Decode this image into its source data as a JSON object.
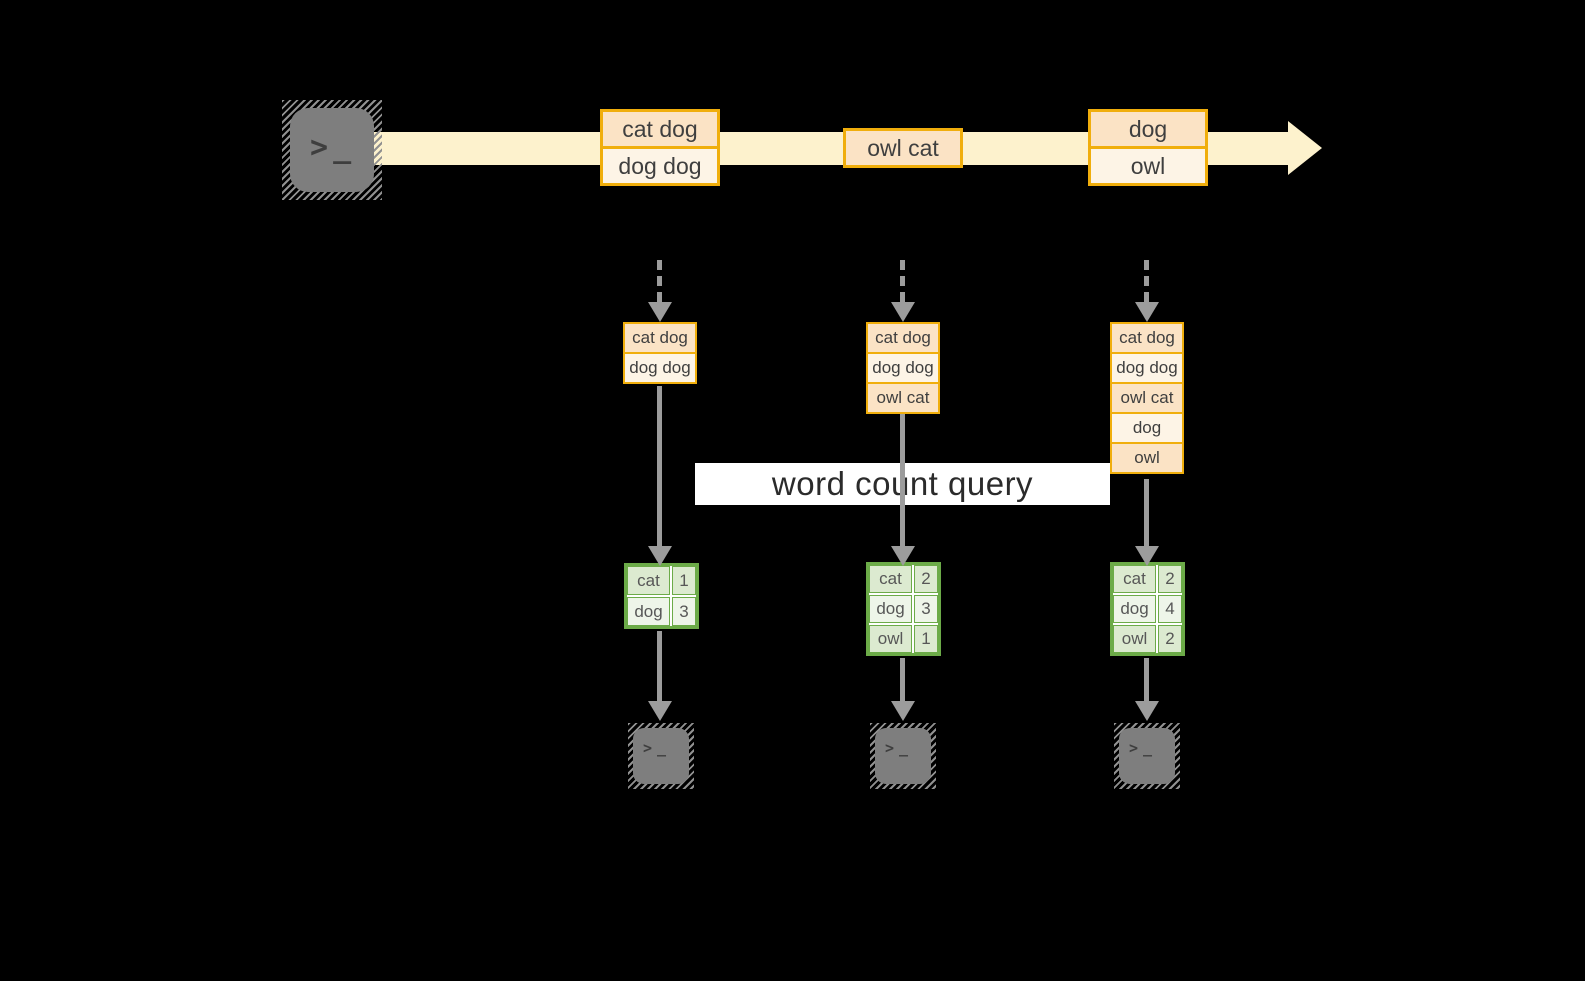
{
  "colors": {
    "background": "#000000",
    "stream": "#fdf2cd",
    "orange_border": "#f0ae0c",
    "cell_peach": "#fbe3c5",
    "cell_cream": "#fdf4e6",
    "green_border": "#6cab48",
    "cell_green_dark": "#dcead0",
    "cell_green_light": "#eef5e9",
    "arrow_gray": "#9c9c9c",
    "icon_gray": "#7e7e7e",
    "text_dark": "#3f3f3f",
    "text_green_table": "#575757",
    "query_bg": "#ffffff",
    "query_text": "#2b2b2b"
  },
  "icons": {
    "terminal_prompt": ">",
    "terminal_cursor": "_"
  },
  "query": {
    "label": "word count query"
  },
  "stream": {
    "batches": [
      {
        "items": [
          "cat dog",
          "dog dog"
        ]
      },
      {
        "items": [
          "owl cat"
        ]
      },
      {
        "items": [
          "dog",
          "owl"
        ]
      }
    ]
  },
  "pipelines": [
    {
      "state": [
        "cat dog",
        "dog dog"
      ],
      "counts": [
        [
          "cat",
          "1"
        ],
        [
          "dog",
          "3"
        ]
      ]
    },
    {
      "state": [
        "cat dog",
        "dog dog",
        "owl cat"
      ],
      "counts": [
        [
          "cat",
          "2"
        ],
        [
          "dog",
          "3"
        ],
        [
          "owl",
          "1"
        ]
      ]
    },
    {
      "state": [
        "cat dog",
        "dog dog",
        "owl cat",
        "dog",
        "owl"
      ],
      "counts": [
        [
          "cat",
          "2"
        ],
        [
          "dog",
          "4"
        ],
        [
          "owl",
          "2"
        ]
      ]
    }
  ]
}
